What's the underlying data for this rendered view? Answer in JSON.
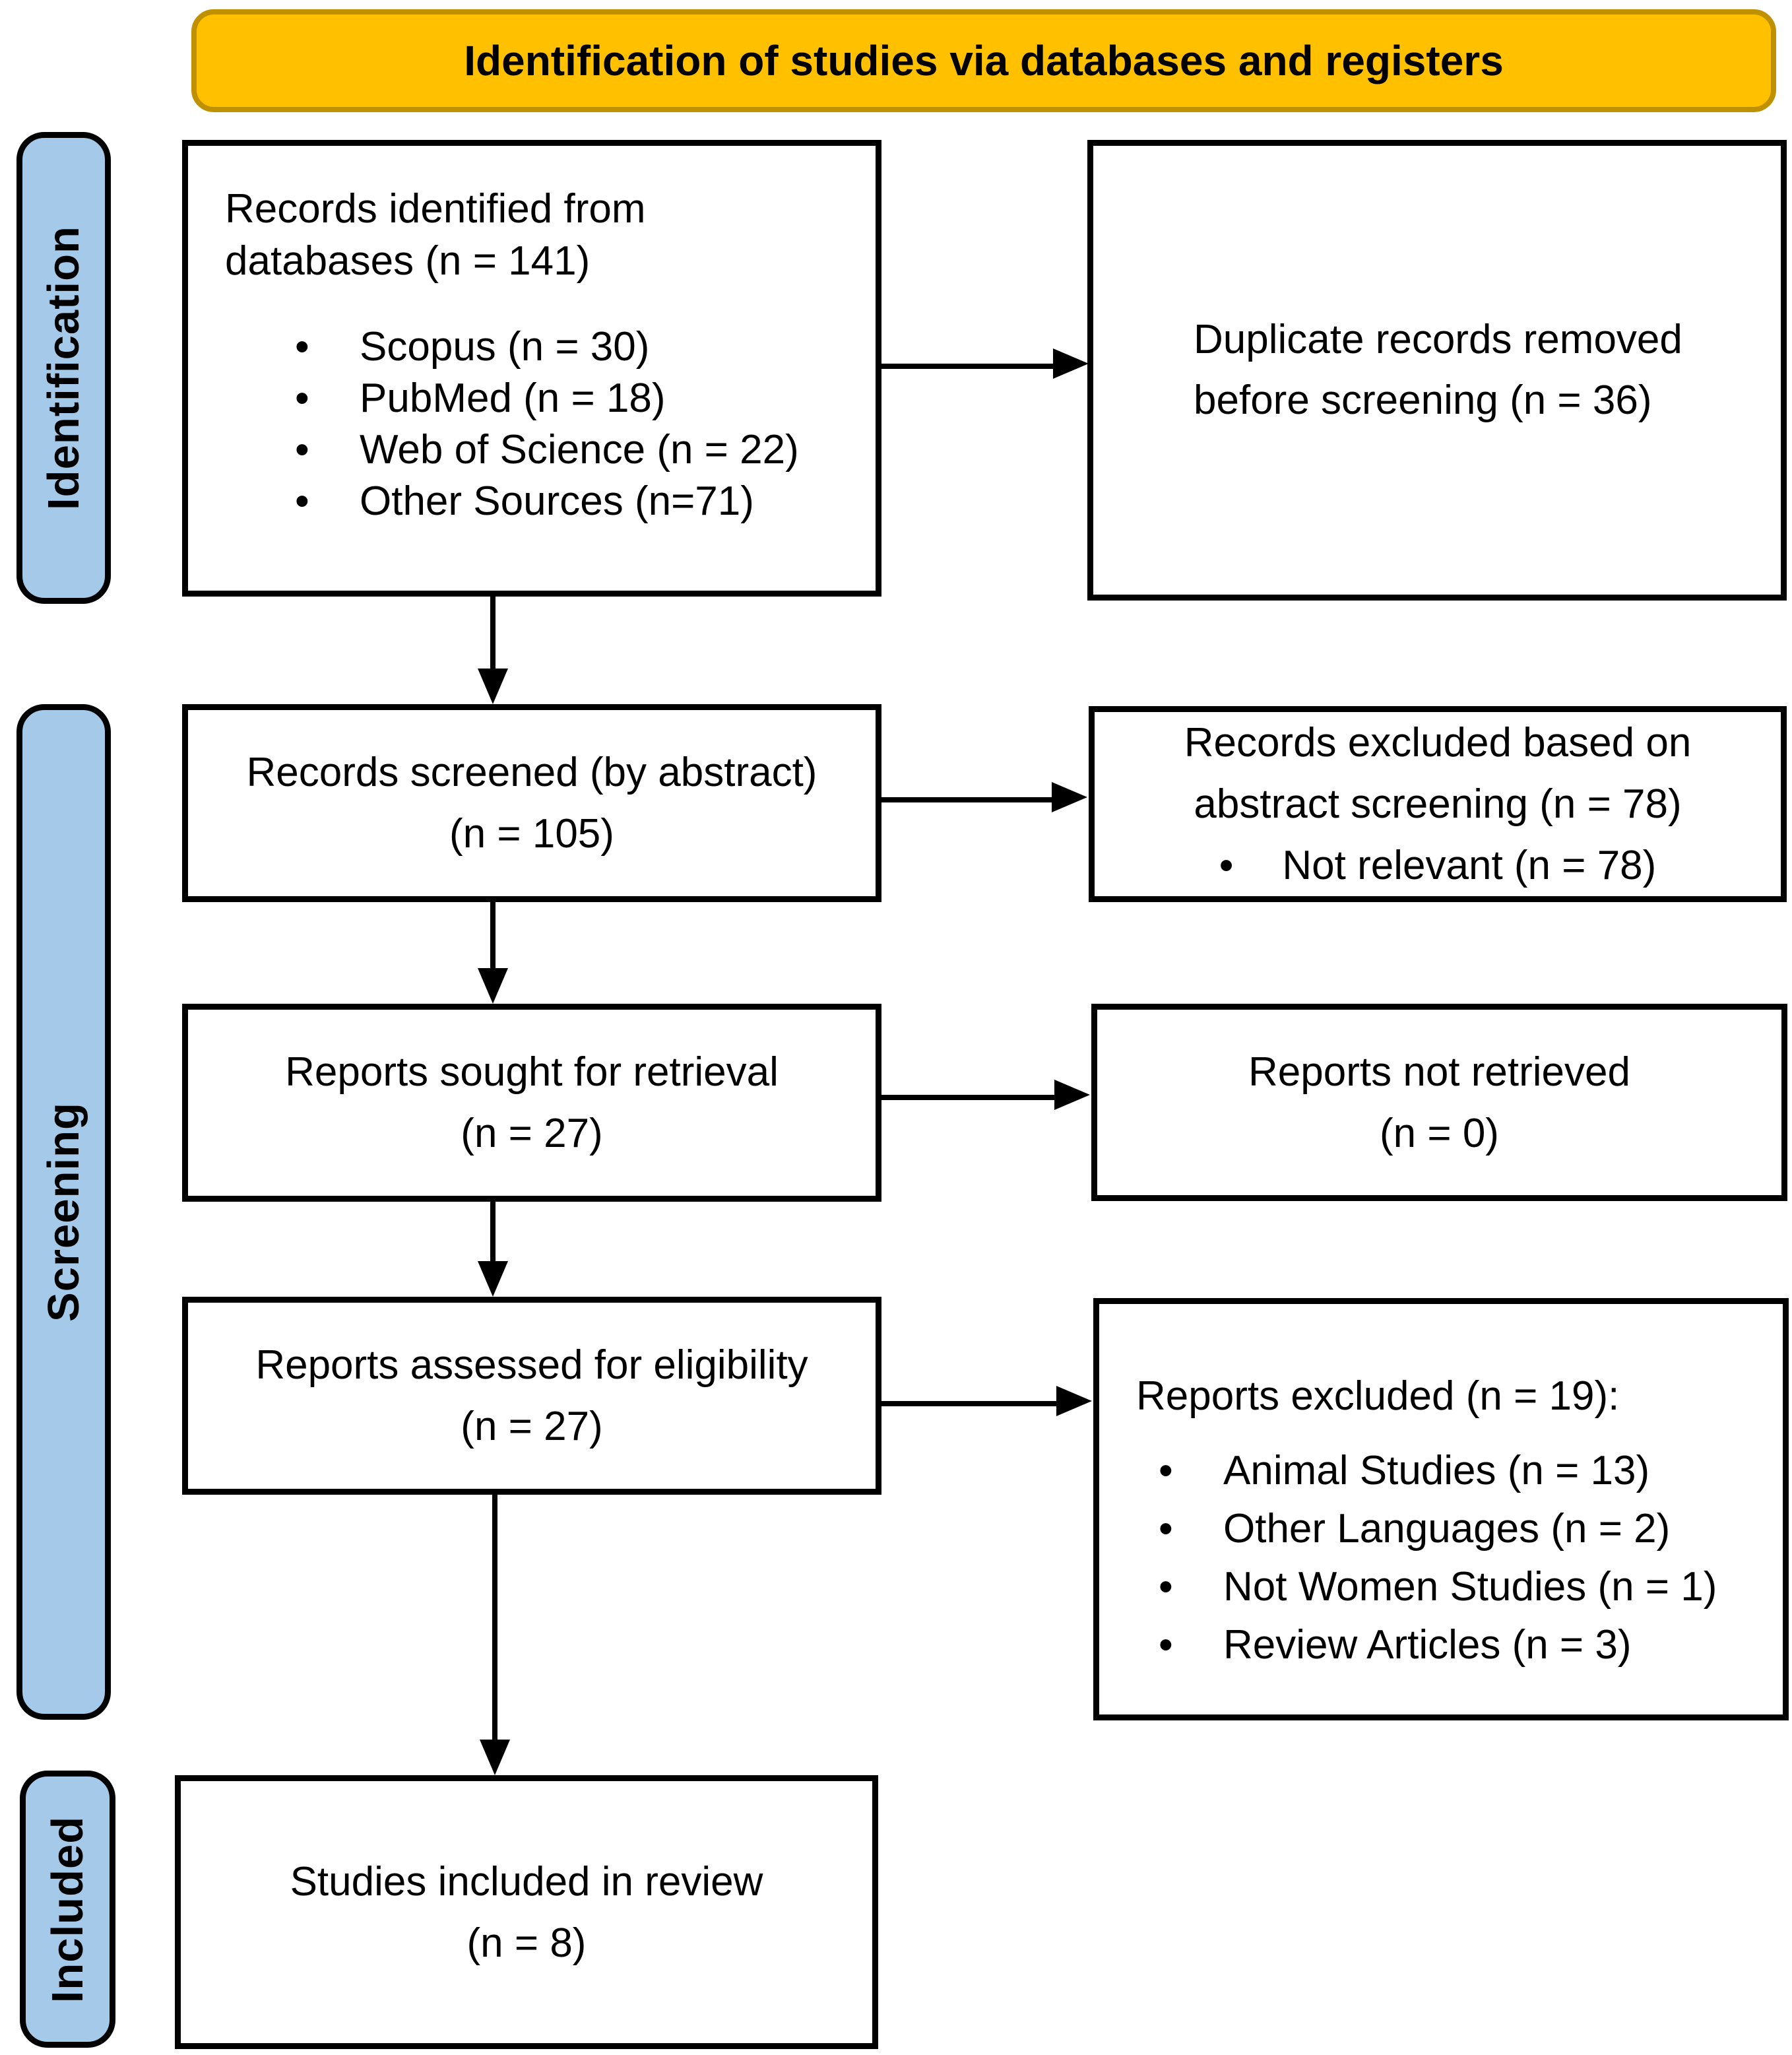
{
  "banner": {
    "title": "Identification of studies via databases and registers"
  },
  "stages": [
    "Identification",
    "Screening",
    "Included"
  ],
  "boxes": {
    "records_identified": {
      "lines": [
        "Records identified from",
        "databases (n = 141)"
      ],
      "bullets": [
        "Scopus (n = 30)",
        "PubMed (n = 18)",
        "Web of Science (n = 22)",
        "Other Sources (n=71)"
      ]
    },
    "duplicates_removed": {
      "lines": [
        "Duplicate records removed",
        "before screening (n = 36)"
      ]
    },
    "records_screened": {
      "title": "Records screened (by abstract)",
      "count": "(n = 105)"
    },
    "records_excluded": {
      "lines": [
        "Records excluded based on",
        "abstract screening (n = 78)"
      ],
      "bullets": [
        "Not relevant (n = 78)"
      ]
    },
    "reports_sought": {
      "title": "Reports sought for retrieval",
      "count": "(n = 27)"
    },
    "reports_not_retrieved": {
      "title": "Reports not retrieved",
      "count": "(n = 0)"
    },
    "reports_assessed": {
      "title": "Reports assessed for eligibility",
      "count": "(n = 27)"
    },
    "reports_excluded": {
      "title": "Reports excluded (n = 19):",
      "bullets": [
        "Animal Studies (n = 13)",
        "Other Languages (n = 2)",
        "Not Women Studies (n = 1)",
        "Review Articles (n = 3)"
      ]
    },
    "studies_included": {
      "title": "Studies included in review",
      "count": "(n = 8)"
    }
  },
  "colors": {
    "banner_fill": "#FFC000",
    "banner_border": "#BF9000",
    "stage_fill": "#A4C9E9",
    "stage_border": "#000000",
    "box_border": "#000000",
    "arrow": "#000000",
    "background": "#FFFFFF",
    "text": "#000000"
  }
}
